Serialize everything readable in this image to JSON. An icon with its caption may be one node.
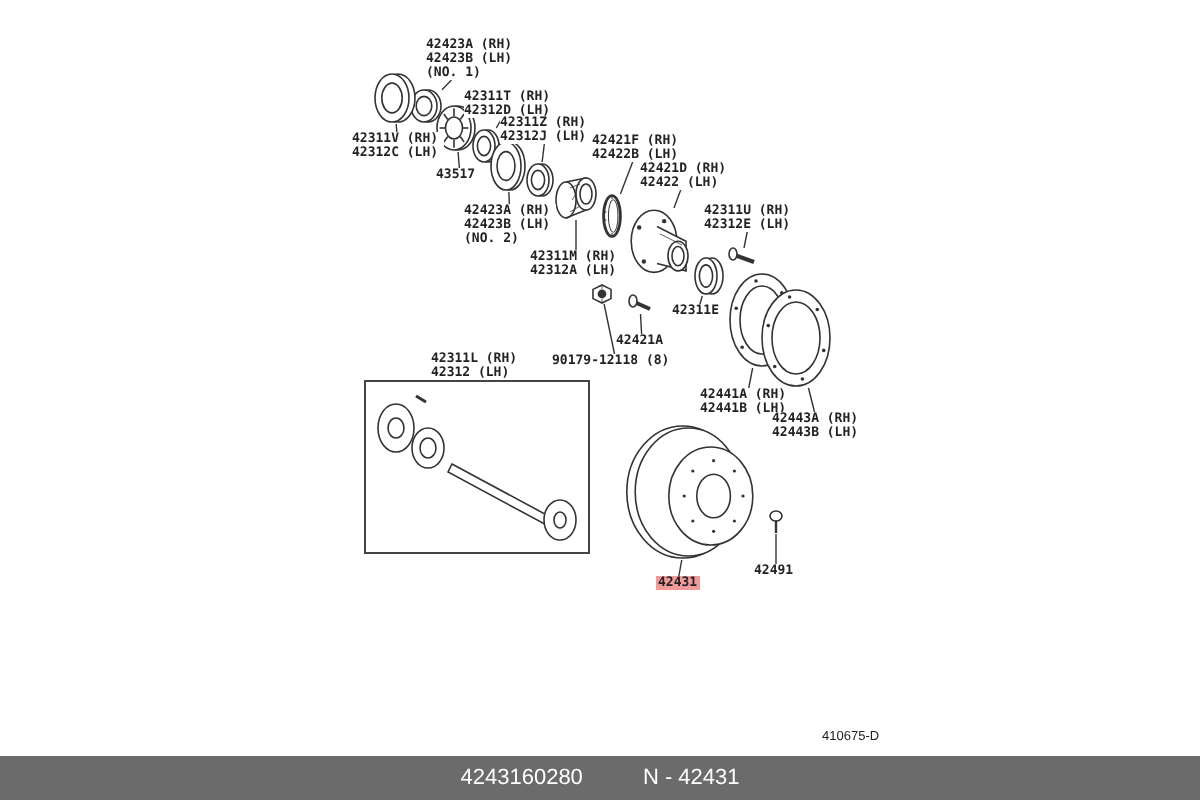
{
  "diagram": {
    "nodes": [
      {
        "text": [
          "42423A (RH) 42423B (LH) (NO. 1)"
        ]
      },
      {
        "text": [],
        "shape": "picture"
      },
      {
        "text": [
          "42311V (RH) 42312C (LH)"
        ]
      },
      {
        "text": [],
        "shape": "picture"
      },
      {
        "text": [
          "42311T (RH) 42312D (LH)"
        ]
      },
      {
        "text": [],
        "shape": "picture"
      },
      {
        "text": [
          "43517"
        ]
      },
      {
        "text": [],
        "shape": "picture"
      },
      {
        "text": [
          "42311Z (RH) 42312J (LH)"
        ]
      },
      {
        "text": [],
        "shape": "picture"
      },
      {
        "text": [
          "42421F (RH) 42422B (LH)"
        ]
      },
      {
        "text": [],
        "shape": "picture"
      },
      {
        "text": [
          "42421D (RH) 42422 (LH)"
        ]
      },
      {
        "text": [],
        "shape": "picture"
      },
      {
        "text": [
          "42423A (RH) 42423B (LH) (NO. 2)"
        ]
      },
      {
        "text": [],
        "shape": "picture"
      },
      {
        "text": [
          "42311M (RH) 42312A (LH)"
        ]
      },
      {
        "text": [],
        "shape": "picture"
      },
      {
        "text": [
          "42311U (RH) 42312E (LH)"
        ]
      },
      {
        "text": [],
        "shape": "picture"
      },
      {
        "text": [
          "42311E"
        ]
      },
      {
        "text": [],
        "shape": "picture"
      },
      {
        "text": [
          "90179-12118 (8)"
        ]
      },
      {
        "text": [],
        "shape": "picture"
      },
      {
        "text": [
          "42421A"
        ]
      },
      {
        "text": [],
        "shape": "picture"
      },
      {
        "text": [
          "42441A (RH) 42441B (LH)"
        ]
      },
      {
        "text": [],
        "shape": "picture"
      },
      {
        "text": [
          "42443A (RH) 42443B (LH)"
        ]
      },
      {
        "text": [],
        "shape": "picture"
      },
      {
        "text": [
          "42311L (RH) 42312 (LH)"
        ]
      },
      {
        "text": [],
        "shape": "picture",
        "in": 30
      },
      {
        "text": [
          "42431"
        ]
      },
      {
        "text": [],
        "shape": "picture"
      },
      {
        "text": [
          "42491"
        ]
      },
      {
        "text": [],
        "shape": "picture"
      }
    ],
    "edges": [
      {
        "from": 0,
        "to": 1,
        "arrow": "none"
      },
      {
        "from": 2,
        "to": 3,
        "arrow": "none"
      },
      {
        "from": 4,
        "to": 5,
        "arrow": "none"
      },
      {
        "from": 6,
        "to": 7,
        "arrow": "none"
      },
      {
        "from": 8,
        "to": 9,
        "arrow": "none"
      },
      {
        "from": 10,
        "to": 11,
        "arrow": "none"
      },
      {
        "from": 12,
        "to": 13,
        "arrow": "none"
      },
      {
        "from": 14,
        "to": 15,
        "arrow": "none"
      },
      {
        "from": 16,
        "to": 17,
        "arrow": "none"
      },
      {
        "from": 18,
        "to": 19,
        "arrow": "none"
      },
      {
        "from": 20,
        "to": 21,
        "arrow": "none"
      },
      {
        "from": 22,
        "to": 23,
        "arrow": "none"
      },
      {
        "from": 24,
        "to": 25,
        "arrow": "none"
      },
      {
        "from": 26,
        "to": 27,
        "arrow": "none"
      },
      {
        "from": 28,
        "to": 29,
        "arrow": "none"
      },
      {
        "from": 32,
        "to": 33,
        "arrow": "none"
      },
      {
        "from": 34,
        "to": 35,
        "arrow": "none"
      }
    ],
    "labels": [
      "410675-D",
      "4243160280",
      "N - 42431"
    ]
  }
}
